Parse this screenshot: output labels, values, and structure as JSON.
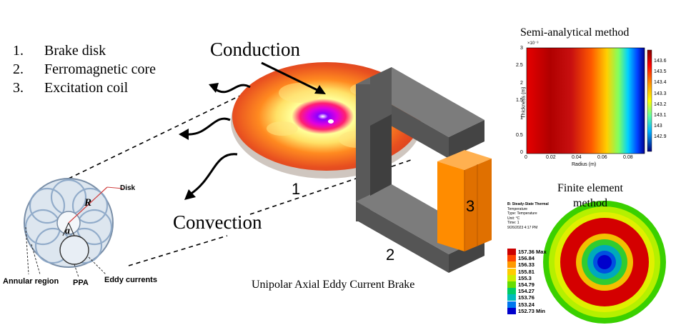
{
  "legend": {
    "items": [
      {
        "num": "1.",
        "label": "Brake disk"
      },
      {
        "num": "2.",
        "label": "Ferromagnetic core"
      },
      {
        "num": "3.",
        "label": "Excitation coil"
      }
    ]
  },
  "labels": {
    "conduction": "Conduction",
    "convection": "Convection",
    "part1": "1",
    "part2": "2",
    "part3": "3",
    "caption": "Unipolar Axial Eddy Current Brake"
  },
  "disk_inset": {
    "disk": "Disk",
    "radius": "R",
    "angle": "a",
    "annular_region": "Annular region",
    "ppa": "PPA",
    "eddy_currents": "Eddy currents"
  },
  "semi_analytical": {
    "title": "Semi-analytical method",
    "ylabel": "Thickness (m)",
    "xlabel": "Radius (m)",
    "exponent": "×10⁻³",
    "xticks": [
      "0",
      "0.02",
      "0.04",
      "0.06",
      "0.08"
    ],
    "yticks": [
      "3",
      "2.5",
      "2",
      "1.5",
      "1",
      "0.5",
      "0"
    ],
    "colorbar_ticks": [
      "143.6",
      "143.5",
      "143.4",
      "143.3",
      "143.2",
      "143.1",
      "143",
      "142.9"
    ]
  },
  "finite_element": {
    "title": "Finite element method",
    "header": [
      "B: Steady-State Thermal",
      "Temperature",
      "Type: Temperature",
      "Unit: °C",
      "Time: 1",
      "9/26/2023 4:17 PM"
    ],
    "scale": [
      "157.36 Max",
      "156.84",
      "156.33",
      "155.81",
      "155.3",
      "154.79",
      "154.27",
      "153.76",
      "153.24",
      "152.73 Min"
    ],
    "scale_colors": [
      "#cc0000",
      "#ff4400",
      "#ff9900",
      "#ffcc00",
      "#ccee00",
      "#66dd00",
      "#00cc66",
      "#00bbbb",
      "#0077ee",
      "#0000cc"
    ]
  },
  "colors": {
    "core": "#555555",
    "coil": "#ff8c00",
    "disk_rim": "#cfc6bf"
  }
}
